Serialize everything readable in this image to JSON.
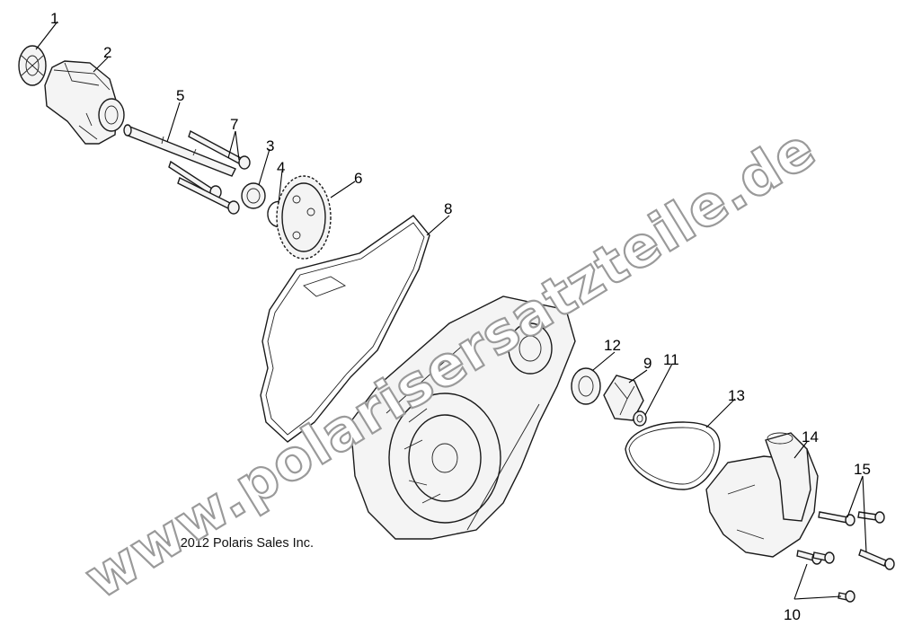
{
  "diagram": {
    "callouts": [
      "1",
      "2",
      "3",
      "4",
      "5",
      "6",
      "7",
      "8",
      "9",
      "10",
      "11",
      "12",
      "13",
      "14",
      "15"
    ],
    "copyright": "© 2012 Polaris Sales Inc.",
    "watermark": "www.polarisersatzteile.de"
  },
  "parts": {
    "p1": "thrust-washer-icon",
    "p2": "pump-housing-icon",
    "p3": "bearing-icon",
    "p4": "retaining-ring-icon",
    "p5": "pump-shaft-icon",
    "p6": "drive-gear-icon",
    "p7": "screw-icon",
    "p8": "cover-gasket-icon",
    "p9": "impeller-icon",
    "p10": "bolt-icon",
    "p11": "nut-icon",
    "p12": "seal-icon",
    "p13": "o-ring-icon",
    "p14": "water-pump-cover-icon",
    "p15": "bolt-icon"
  }
}
